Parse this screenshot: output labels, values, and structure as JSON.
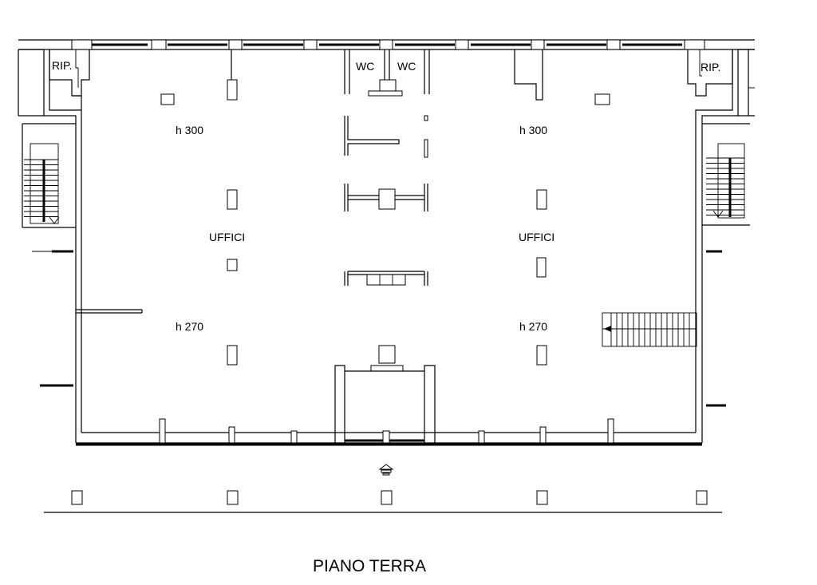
{
  "labels": {
    "rip_left": "RIP.",
    "rip_right": "RIP.",
    "wc_left": "WC",
    "wc_right": "WC",
    "height_top_left": "h 300",
    "height_top_right": "h 300",
    "office_left": "UFFICI",
    "office_right": "UFFICI",
    "height_bottom_left": "h 270",
    "height_bottom_right": "h 270"
  },
  "title": "PIANO TERRA"
}
